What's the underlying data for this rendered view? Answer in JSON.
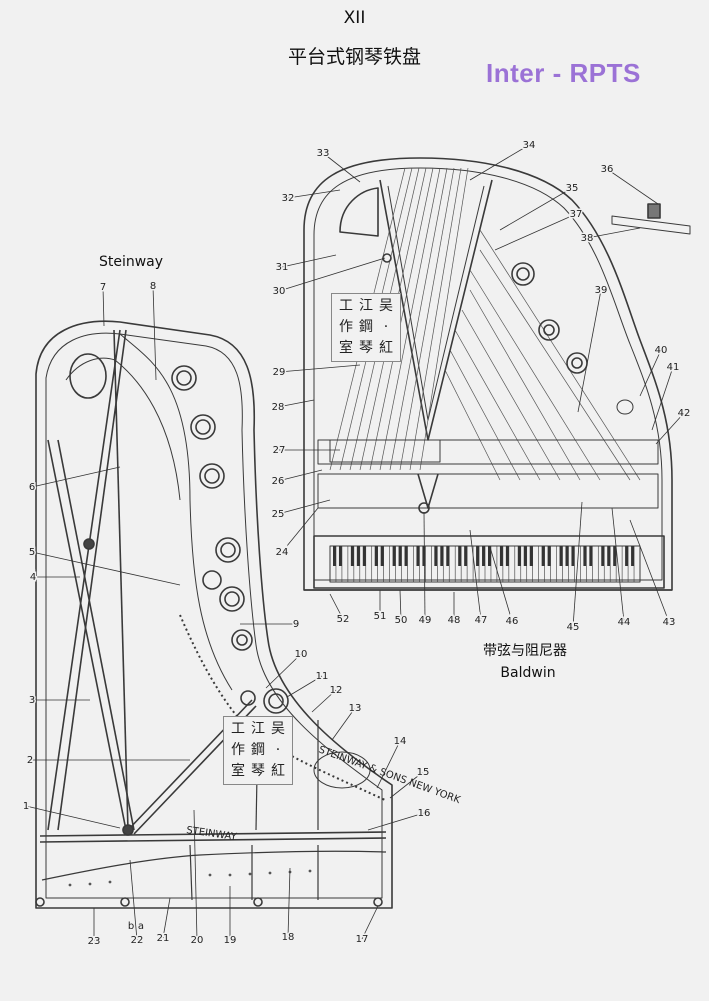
{
  "header": {
    "roman": "XII",
    "title": "平台式钢琴铁盘",
    "watermark": "Inter - RPTS"
  },
  "captions": {
    "left_brand": "Steinway",
    "right_title": "带弦与阻尼器",
    "right_brand": "Baldwin"
  },
  "stamp": {
    "rows": [
      [
        "工",
        "江",
        "吴"
      ],
      [
        "作",
        "鋼",
        "·"
      ],
      [
        "室",
        "琴",
        "紅"
      ]
    ]
  },
  "plate_inscription": "STEINWAY",
  "rose_text": "STEINWAY & SONS NEW YORK",
  "callouts": {
    "left": [
      "1",
      "2",
      "3",
      "4",
      "5",
      "6",
      "7",
      "8",
      "9",
      "10",
      "11",
      "12",
      "13",
      "14",
      "15",
      "16",
      "17",
      "18",
      "19",
      "20",
      "21",
      "22",
      "23"
    ],
    "left_sub": [
      "b",
      "a"
    ],
    "right": [
      "24",
      "25",
      "26",
      "27",
      "28",
      "29",
      "30",
      "31",
      "32",
      "33",
      "34",
      "35",
      "36",
      "37",
      "38",
      "39",
      "40",
      "41",
      "42",
      "43",
      "44",
      "45",
      "46",
      "47",
      "48",
      "49",
      "50",
      "51",
      "52"
    ]
  }
}
